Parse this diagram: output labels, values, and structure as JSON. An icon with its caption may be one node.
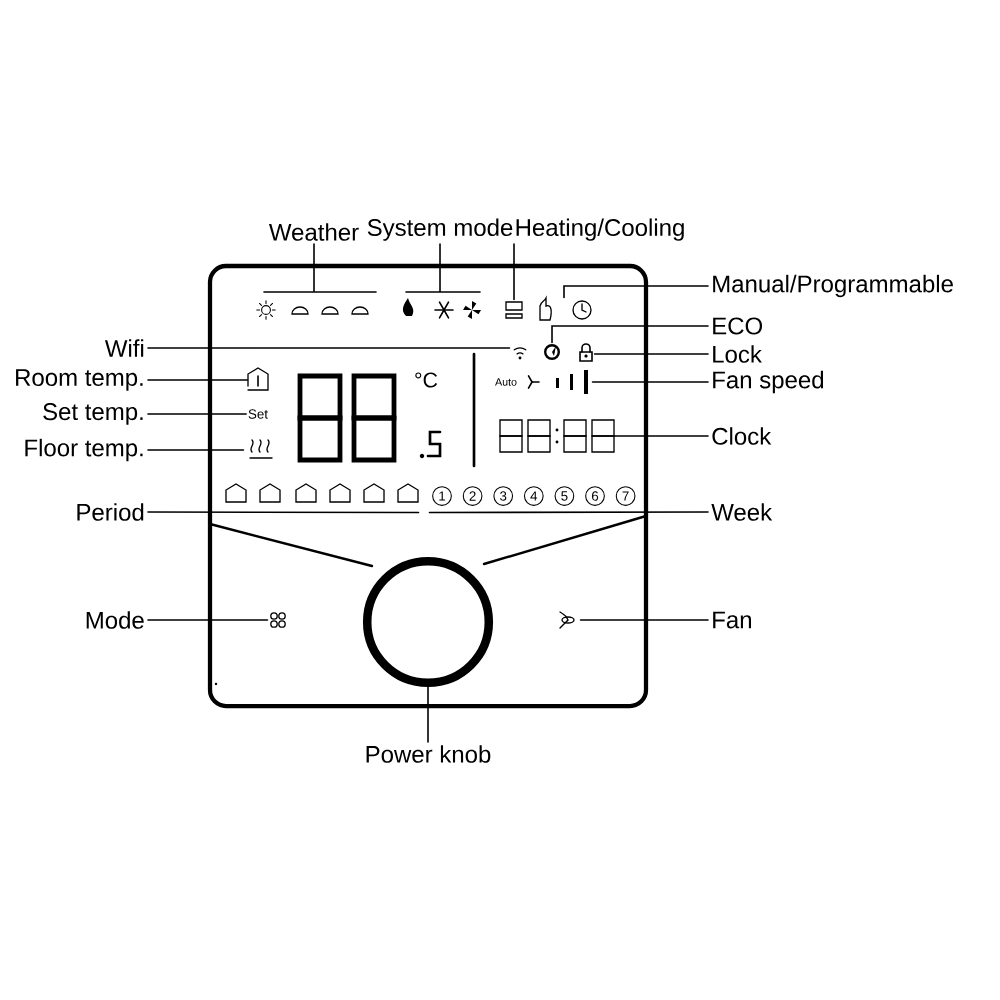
{
  "diagram": {
    "nodes": [
      {
        "text": [
          "Weather"
        ]
      },
      {
        "text": [
          "System mode"
        ]
      },
      {
        "text": [
          "Heating/Cooling"
        ]
      },
      {
        "text": [
          "Manual/Programmable"
        ]
      },
      {
        "text": [
          "Wifi"
        ]
      },
      {
        "text": [
          "ECO"
        ]
      },
      {
        "text": [
          "Lock"
        ]
      },
      {
        "text": [
          "Room temp."
        ]
      },
      {
        "text": [
          "Fan speed"
        ]
      },
      {
        "text": [
          "Set temp."
        ]
      },
      {
        "text": [
          "Floor temp."
        ]
      },
      {
        "text": [
          "Clock"
        ]
      },
      {
        "text": [
          "Period"
        ]
      },
      {
        "text": [
          "Week"
        ]
      },
      {
        "text": [
          "Mode"
        ]
      },
      {
        "text": [
          "Fan"
        ]
      },
      {
        "text": [
          "Power knob"
        ]
      },
      {
        "text": [],
        "shape": "icon"
      },
      {
        "text": [],
        "shape": "icon"
      },
      {
        "text": [],
        "shape": "icon"
      },
      {
        "text": [],
        "shape": "icon"
      },
      {
        "text": [],
        "shape": "icon"
      },
      {
        "text": [],
        "shape": "icon"
      },
      {
        "text": [],
        "shape": "icon"
      },
      {
        "text": [],
        "shape": "icon"
      },
      {
        "text": [],
        "shape": "icon"
      },
      {
        "text": [
          "Set"
        ]
      },
      {
        "text": [],
        "shape": "icon"
      },
      {
        "text": [],
        "shape": "display"
      },
      {
        "text": [],
        "shape": "icon"
      },
      {
        "text": [],
        "shape": "icon"
      },
      {
        "text": [],
        "shape": "icon"
      },
      {
        "text": [],
        "shape": "icon"
      },
      {
        "text": [],
        "shape": "circle"
      }
    ],
    "edges": [
      {
        "from": 0,
        "to": 17,
        "arrow": "none"
      },
      {
        "from": 1,
        "to": 18,
        "arrow": "none"
      },
      {
        "from": 2,
        "to": 19,
        "arrow": "none"
      },
      {
        "from": 3,
        "to": 20,
        "arrow": "none"
      },
      {
        "from": 4,
        "to": 21,
        "arrow": "none"
      },
      {
        "from": 5,
        "to": 22,
        "arrow": "none"
      },
      {
        "from": 6,
        "to": 23,
        "arrow": "none"
      },
      {
        "from": 7,
        "to": 24,
        "arrow": "none"
      },
      {
        "from": 8,
        "to": 25,
        "arrow": "none"
      },
      {
        "from": 9,
        "to": 26,
        "arrow": "none"
      },
      {
        "from": 10,
        "to": 27,
        "arrow": "none"
      },
      {
        "from": 11,
        "to": 28,
        "arrow": "none"
      },
      {
        "from": 12,
        "to": 29,
        "arrow": "none"
      },
      {
        "from": 13,
        "to": 30,
        "arrow": "none"
      },
      {
        "from": 14,
        "to": 31,
        "arrow": "none"
      },
      {
        "from": 15,
        "to": 32,
        "arrow": "none"
      },
      {
        "from": 16,
        "to": 33,
        "arrow": "none"
      }
    ],
    "labels": [
      "°C",
      "Auto",
      "1",
      "2",
      "3",
      "4",
      "5",
      "6",
      "7"
    ]
  }
}
